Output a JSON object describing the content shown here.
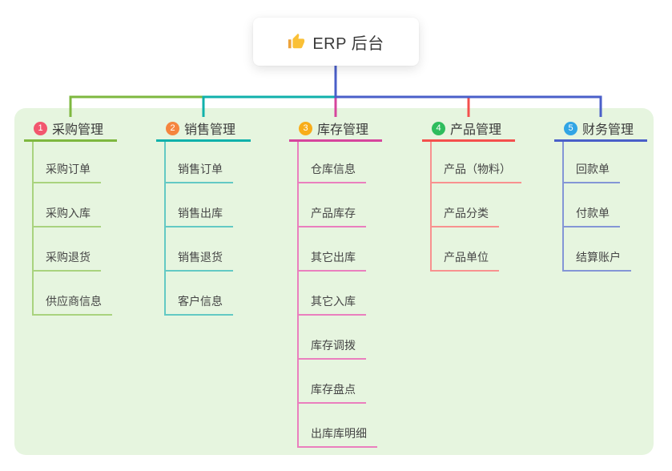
{
  "root": {
    "title": "ERP 后台",
    "icon": "thumbs-up-icon"
  },
  "branches": [
    {
      "badge": "1",
      "title": "采购管理",
      "badge_color": "#f2566e",
      "line_color": "#7eb83f",
      "light_color": "#a9d37e",
      "children": [
        "采购订单",
        "采购入库",
        "采购退货",
        "供应商信息"
      ]
    },
    {
      "badge": "2",
      "title": "销售管理",
      "badge_color": "#f5853e",
      "line_color": "#10b1ab",
      "light_color": "#63c9c4",
      "children": [
        "销售订单",
        "销售出库",
        "销售退货",
        "客户信息"
      ]
    },
    {
      "badge": "3",
      "title": "库存管理",
      "badge_color": "#f8ad1a",
      "line_color": "#d6459d",
      "light_color": "#ea7fbe",
      "children": [
        "仓库信息",
        "产品库存",
        "其它出库",
        "其它入库",
        "库存调拨",
        "库存盘点",
        "出库库明细"
      ]
    },
    {
      "badge": "4",
      "title": "产品管理",
      "badge_color": "#2ebd5d",
      "line_color": "#f4504d",
      "light_color": "#f8918f",
      "children": [
        "产品（物料）",
        "产品分类",
        "产品单位"
      ]
    },
    {
      "badge": "5",
      "title": "财务管理",
      "badge_color": "#31a5e5",
      "line_color": "#4a5fc9",
      "light_color": "#8496d6",
      "children": [
        "回款单",
        "付款单",
        "结算账户"
      ]
    }
  ],
  "colors": {
    "page_background": "#ffffff",
    "panel_background": "#e6f5df",
    "root_text": "#3a3a3a",
    "thumb_gold": "#fac036",
    "thumb_cuff": "#eda33b"
  }
}
